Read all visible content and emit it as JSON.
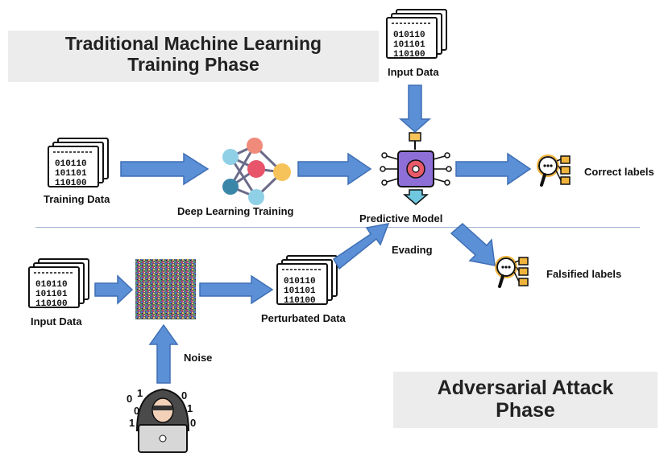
{
  "phases": {
    "traditional": "Traditional Machine Learning\nTraining Phase",
    "adversarial": "Adversarial Attack\nPhase"
  },
  "labels": {
    "input_data_top": "Input Data",
    "training_data": "Training Data",
    "deep_learning_training": "Deep Learning Training",
    "predictive_model": "Predictive Model",
    "correct_labels": "Correct labels",
    "evading": "Evading",
    "falsified_labels": "Falsified labels",
    "input_data_bottom": "Input Data",
    "perturbated_data": "Perturbated Data",
    "noise": "Noise"
  },
  "binary_rows": [
    "010110",
    "101101",
    "110100"
  ],
  "hacker_bits": [
    "0",
    "1",
    "0",
    "0",
    "1",
    "1",
    "0"
  ],
  "colors": {
    "arrow_fill": "#5b8fd6",
    "arrow_stroke": "#3f6fb5",
    "model_body": "#8e6fd8",
    "model_gear": "#e85a6a",
    "nn_node_a": "#8fd0e6",
    "nn_node_b": "#f08a7a",
    "nn_node_c": "#e8546a",
    "nn_node_d": "#f6c35a",
    "nn_node_e": "#3a86a8",
    "phase_box": "#ececec",
    "divider": "#9fb4d6"
  }
}
